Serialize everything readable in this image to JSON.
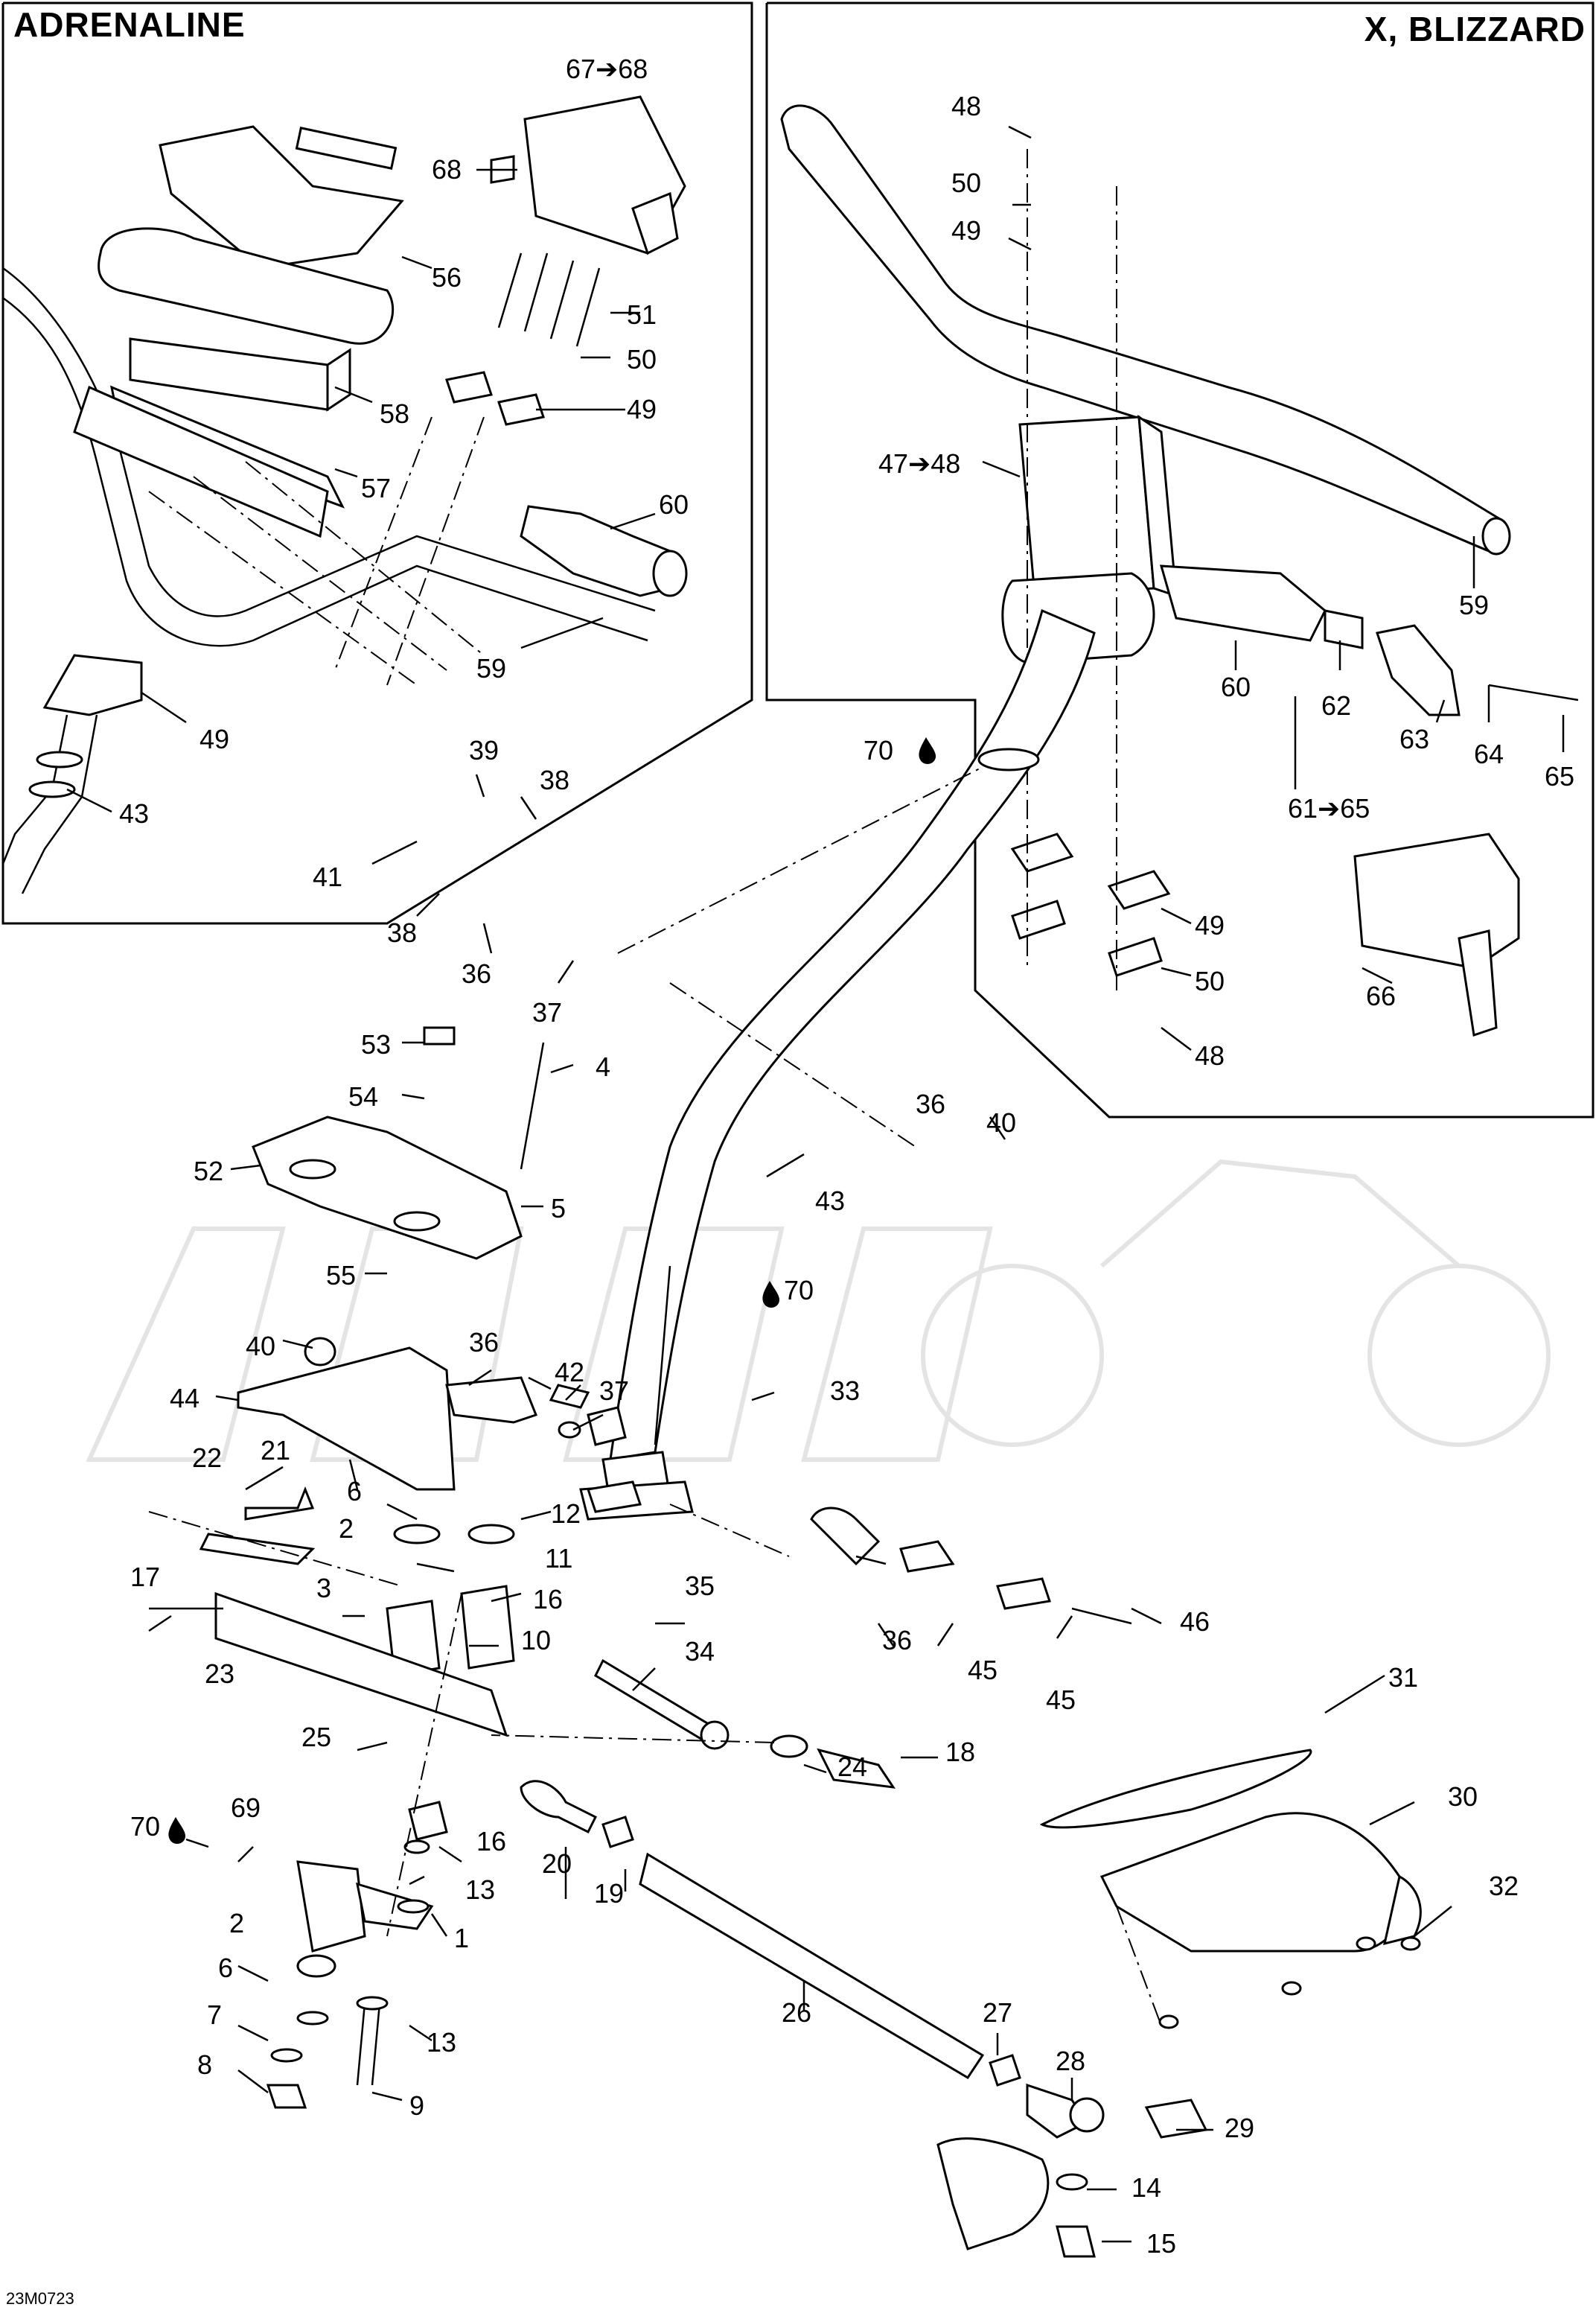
{
  "panels": {
    "left_title": "ADRENALINE",
    "right_title": "X, BLIZZARD"
  },
  "diagram_code": "23M0723",
  "symbols": {
    "grease": "drop-icon"
  },
  "callouts": {
    "c67_68a": "67➔68",
    "c68a": "68",
    "c56": "56",
    "c51": "51",
    "c50a": "50",
    "c49a": "49",
    "c58": "58",
    "c57": "57",
    "c60a": "60",
    "c59a": "59",
    "c49b": "49",
    "c43a": "43",
    "c48a": "48",
    "c50b": "50",
    "c49c": "49",
    "c47_48": "47➔48",
    "c59b": "59",
    "c60b": "60",
    "c62": "62",
    "c63": "63",
    "c64": "64",
    "c65": "65",
    "c61_65": "61➔65",
    "c70a": "70",
    "c49d": "49",
    "c50c": "50",
    "c48b": "48",
    "c66": "66",
    "c39": "39",
    "c38a": "38",
    "c41": "41",
    "c38b": "38",
    "c36a": "36",
    "c37a": "37",
    "c53": "53",
    "c4": "4",
    "c54": "54",
    "c52": "52",
    "c5": "5",
    "c55": "55",
    "c36b": "36",
    "c40a": "40",
    "c43b": "43",
    "c70b": "70",
    "c40b": "40",
    "c36c": "36",
    "c42": "42",
    "c37b": "37",
    "c33": "33",
    "c44": "44",
    "c22": "22",
    "c21": "21",
    "c6a": "6",
    "c12": "12",
    "c2a": "2",
    "c11": "11",
    "c17": "17",
    "c3": "3",
    "c16a": "16",
    "c35": "35",
    "c10": "10",
    "c23": "23",
    "c36d": "36",
    "c45a": "45",
    "c45b": "45",
    "c46": "46",
    "c34": "34",
    "c25": "25",
    "c24": "24",
    "c18": "18",
    "c31": "31",
    "c30": "30",
    "c70c": "70",
    "c69": "69",
    "c16b": "16",
    "c20": "20",
    "c19": "19",
    "c13a": "13",
    "c1": "1",
    "c2b": "2",
    "c32": "32",
    "c6b": "6",
    "c26": "26",
    "c27": "27",
    "c7": "7",
    "c13b": "13",
    "c28": "28",
    "c8": "8",
    "c9": "9",
    "c29": "29",
    "c14": "14",
    "c15": "15"
  }
}
